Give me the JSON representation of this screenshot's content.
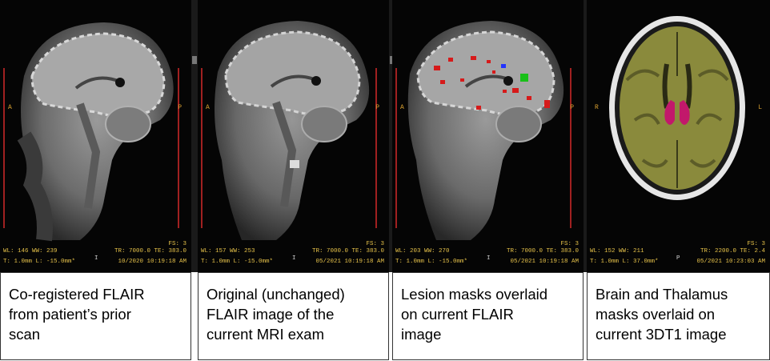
{
  "panels": [
    {
      "caption": "Co-registered FLAIR\nfrom patient’s prior\nscan",
      "overlay": {
        "fs": "FS: 3",
        "wl": "WL: 146 WW: 239",
        "mid": "I",
        "tr": "TR: 7000.0 TE: 383.0",
        "tl": "T: 1.0mm L: -15.0mm*",
        "date": "10/2020 10:19:18 AM",
        "left_marker": "A",
        "right_marker": "P"
      }
    },
    {
      "caption": "Original (unchanged)\nFLAIR image of the\ncurrent MRI exam",
      "overlay": {
        "fs": "FS: 3",
        "wl": "WL: 157 WW: 253",
        "mid": "I",
        "tr": "TR: 7000.0 TE: 383.0",
        "tl": "T: 1.0mm L: -15.0mm*",
        "date": "05/2021 10:19:18 AM",
        "left_marker": "A",
        "right_marker": "P"
      }
    },
    {
      "caption": "Lesion masks overlaid\non current FLAIR\nimage",
      "overlay": {
        "fs": "FS: 3",
        "wl": "WL: 203 WW: 270",
        "mid": "I",
        "tr": "TR: 7000.0 TE: 383.0",
        "tl": "T: 1.0mm L: -15.0mm*",
        "date": "05/2021 10:19:18 AM",
        "left_marker": "A",
        "right_marker": "P"
      }
    },
    {
      "caption": "Brain and Thalamus\nmasks overlaid on\ncurrent 3DT1 image",
      "overlay": {
        "fs": "FS: 3",
        "wl": "WL: 152 WW: 211",
        "mid": "P",
        "tr": "TR: 2200.0 TE: 2.4",
        "tl": "T: 1.0mm L: 37.0mm*",
        "date": "05/2021 10:23:03 AM",
        "left_marker": "R",
        "right_marker": "L"
      }
    }
  ],
  "colors": {
    "overlay_text": "#e6c24a",
    "lesion_red": "#d61a1a",
    "lesion_green": "#18c018",
    "lesion_blue": "#2233ff",
    "brain_mask": "#8a8a3c",
    "thalamus_mask": "#c2186b"
  }
}
